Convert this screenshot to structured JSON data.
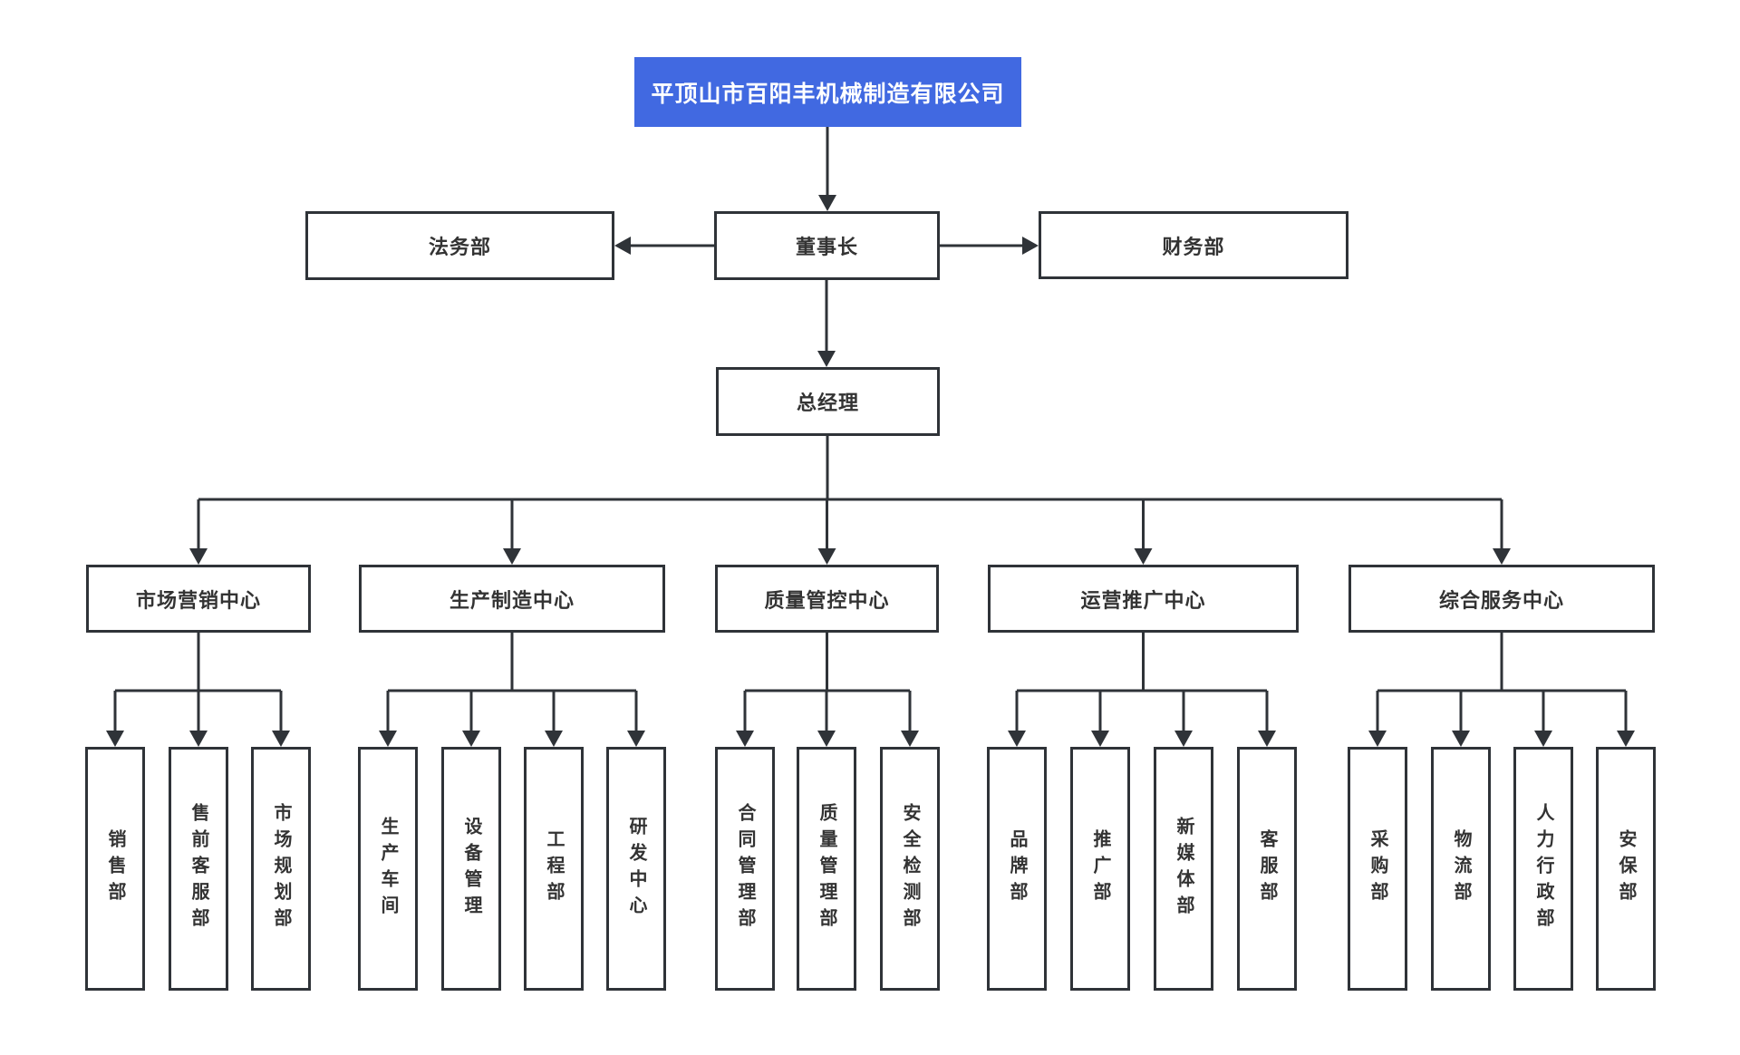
{
  "org": {
    "root": {
      "label": "平顶山市百阳丰机械制造有限公司"
    },
    "chairman": {
      "label": "董事长"
    },
    "staff_left": {
      "label": "法务部"
    },
    "staff_right": {
      "label": "财务部"
    },
    "general_manager": {
      "label": "总经理"
    },
    "centers": [
      {
        "label": "市场营销中心",
        "departments": [
          "销售部",
          "售前客服部",
          "市场规划部"
        ]
      },
      {
        "label": "生产制造中心",
        "departments": [
          "生产车间",
          "设备管理",
          "工程部",
          "研发中心"
        ]
      },
      {
        "label": "质量管控中心",
        "departments": [
          "合同管理部",
          "质量管理部",
          "安全检测部"
        ]
      },
      {
        "label": "运营推广中心",
        "departments": [
          "品牌部",
          "推广部",
          "新媒体部",
          "客服部"
        ]
      },
      {
        "label": "综合服务中心",
        "departments": [
          "采购部",
          "物流部",
          "人力行政部",
          "安保部"
        ]
      }
    ],
    "colors": {
      "root_background": "#4169e1",
      "root_text": "#ffffff",
      "line": "#2f3338",
      "box_border": "#2f3338",
      "box_text": "#333333",
      "box_background": "#ffffff"
    }
  }
}
